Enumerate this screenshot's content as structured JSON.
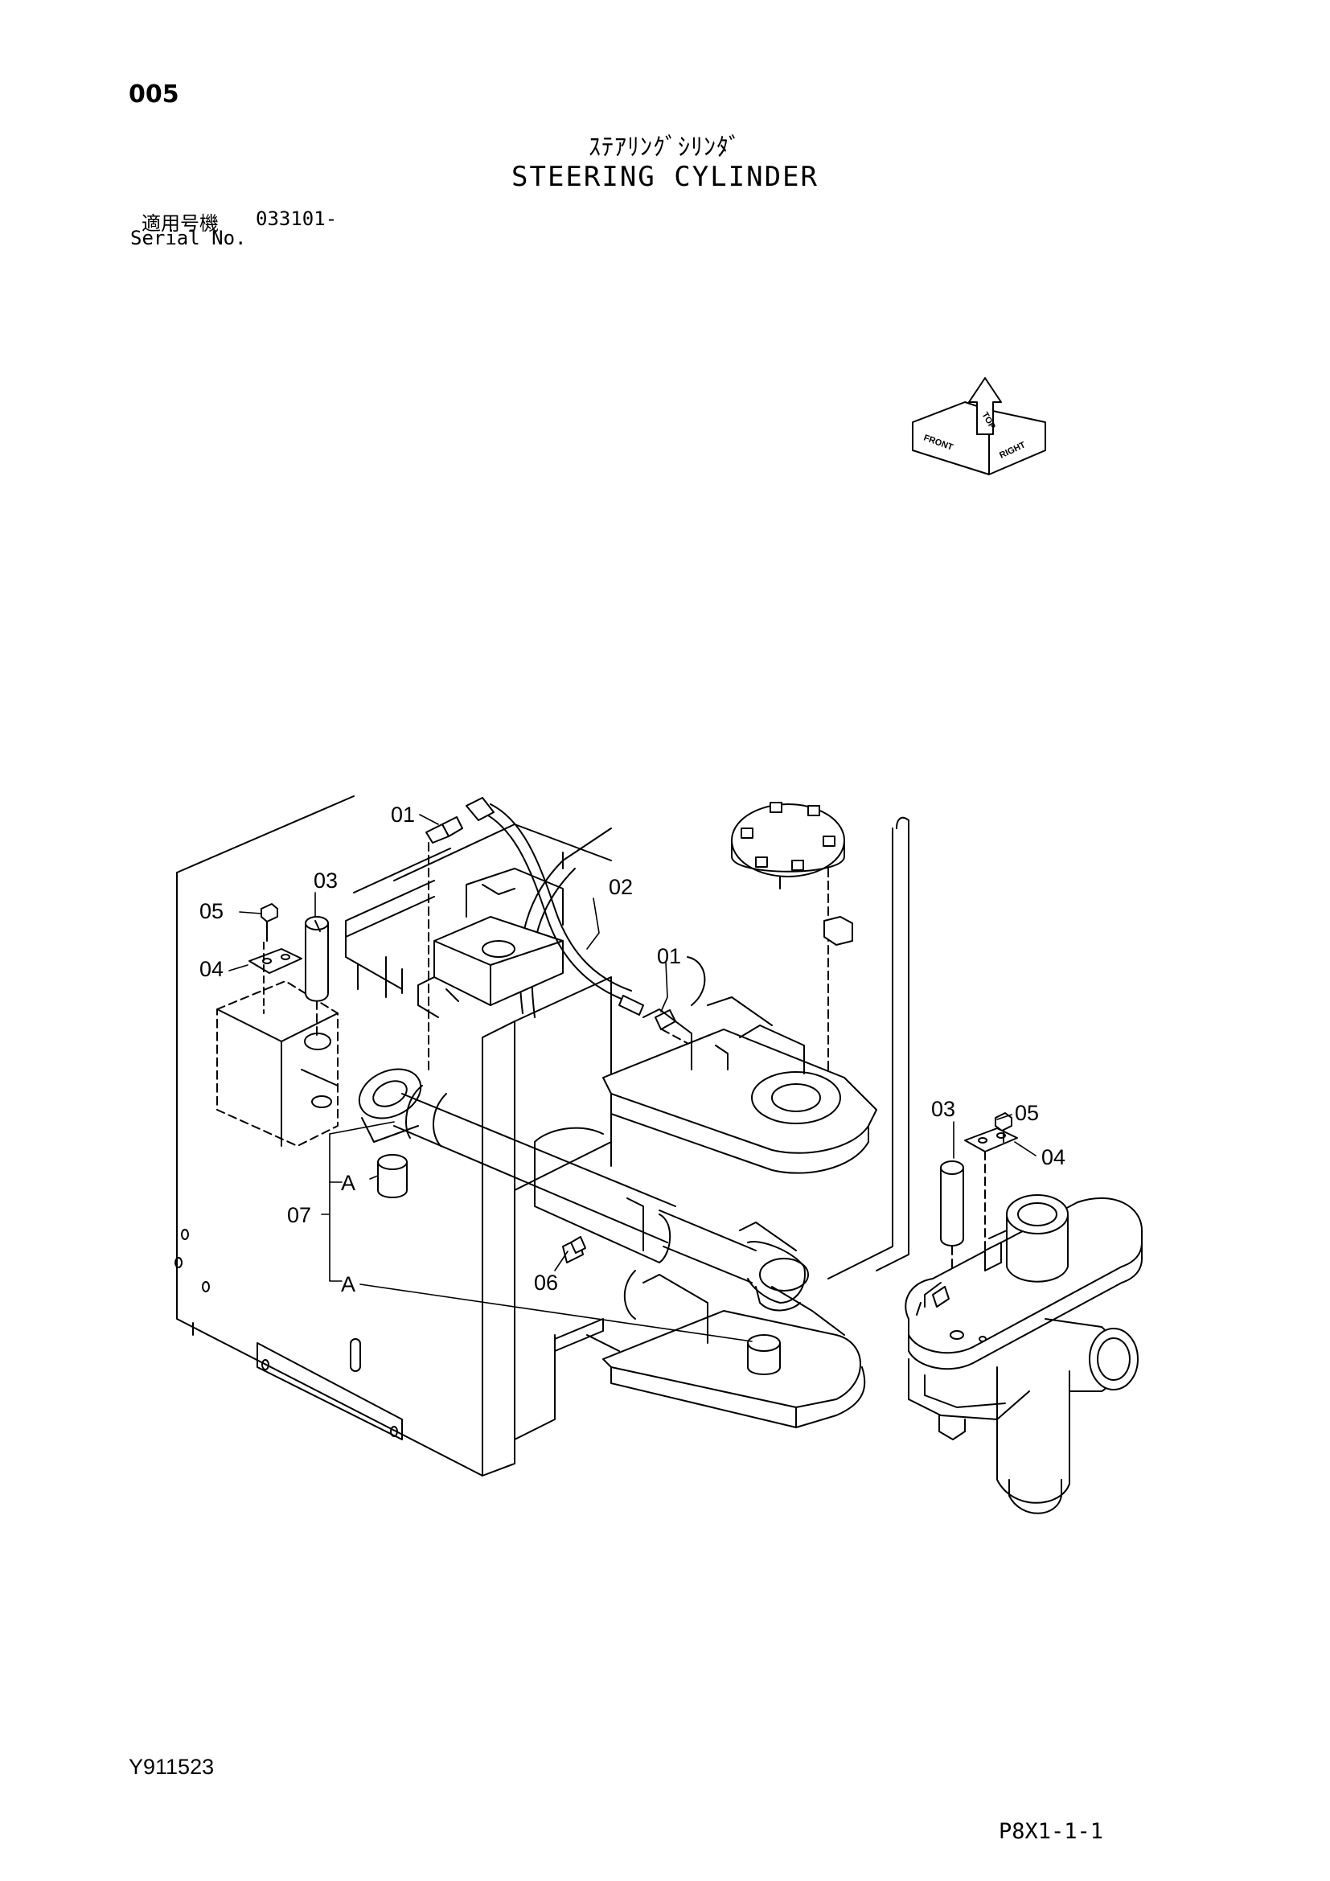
{
  "header": {
    "page_number": "005",
    "title_jp": "ｽﾃｱﾘﾝｸﾞｼﾘﾝﾀﾞ",
    "title_en": "STEERING CYLINDER",
    "serial_label_jp": "適用号機",
    "serial_number": "033101-",
    "serial_label_en": "Serial No."
  },
  "orientation": {
    "top": "TOP",
    "front": "FRONT",
    "right": "RIGHT"
  },
  "callouts": {
    "c01a": "01",
    "c01b": "01",
    "c02": "02",
    "c03a": "03",
    "c03b": "03",
    "c04a": "04",
    "c04b": "04",
    "c05a": "05",
    "c05b": "05",
    "c06": "06",
    "c07": "07",
    "cAa": "A",
    "cAb": "A"
  },
  "footer": {
    "figure_id": "Y911523",
    "page_code": "P8X1-1-1"
  }
}
